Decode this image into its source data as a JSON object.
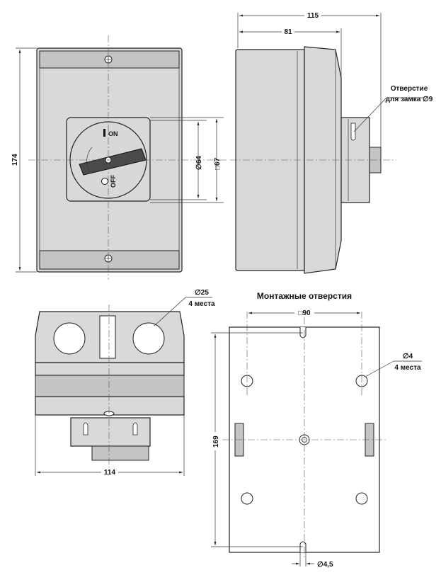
{
  "front_view": {
    "height_dim": "174",
    "handle_dim": "∅64",
    "square_dim": "□67",
    "on_label": "ON",
    "off_label": "OFF"
  },
  "side_view": {
    "total_depth_dim": "115",
    "body_depth_dim": "81",
    "lock_hole_line1": "Отверстие",
    "lock_hole_line2": "для замка ∅9"
  },
  "bottom_view": {
    "cable_hole_dim": "∅25",
    "cable_hole_count": "4 места",
    "width_dim": "114"
  },
  "mounting_view": {
    "title": "Монтажные отверстия",
    "spacing_dim": "□90",
    "hole_dim": "∅4",
    "hole_count": "4 места",
    "height_dim": "169",
    "slot_dim": "∅4,5"
  }
}
